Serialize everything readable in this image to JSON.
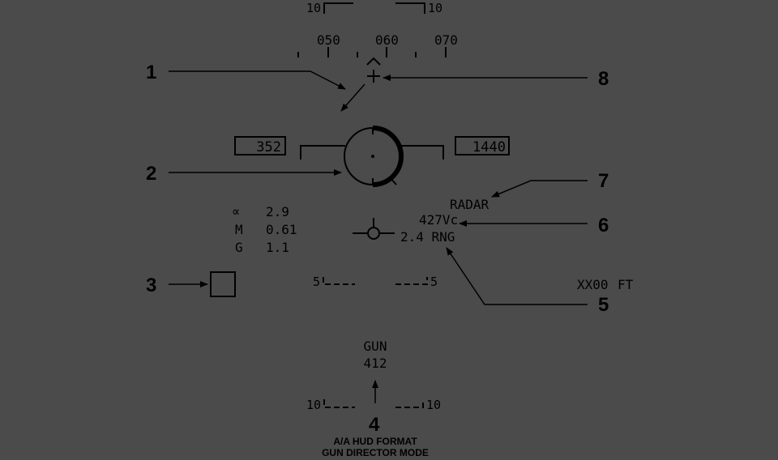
{
  "heading": {
    "scale": [
      "050",
      "060",
      "070"
    ],
    "ladder_left": "10",
    "ladder_right": "10"
  },
  "boxes": {
    "airspeed": "352",
    "altitude": "1440"
  },
  "data_block": {
    "alpha_symbol": "∝",
    "alpha_value": "2.9",
    "mach_label": "M",
    "mach_value": "0.61",
    "g_label": "G",
    "g_value": "1.1"
  },
  "target": {
    "sensor": "RADAR",
    "closure": "427Vc",
    "range": "2.4 RNG"
  },
  "pitch_ladder": {
    "upper_left": "5",
    "upper_right": "5",
    "lower_left": "10",
    "lower_right": "10"
  },
  "altitude_readout": {
    "value": "XX00",
    "unit": "FT"
  },
  "weapon": {
    "mode": "GUN",
    "rounds": "412"
  },
  "callouts": [
    "1",
    "2",
    "3",
    "4",
    "5",
    "6",
    "7",
    "8"
  ],
  "caption": {
    "line1": "A/A HUD FORMAT",
    "line2": "GUN DIRECTOR MODE"
  }
}
